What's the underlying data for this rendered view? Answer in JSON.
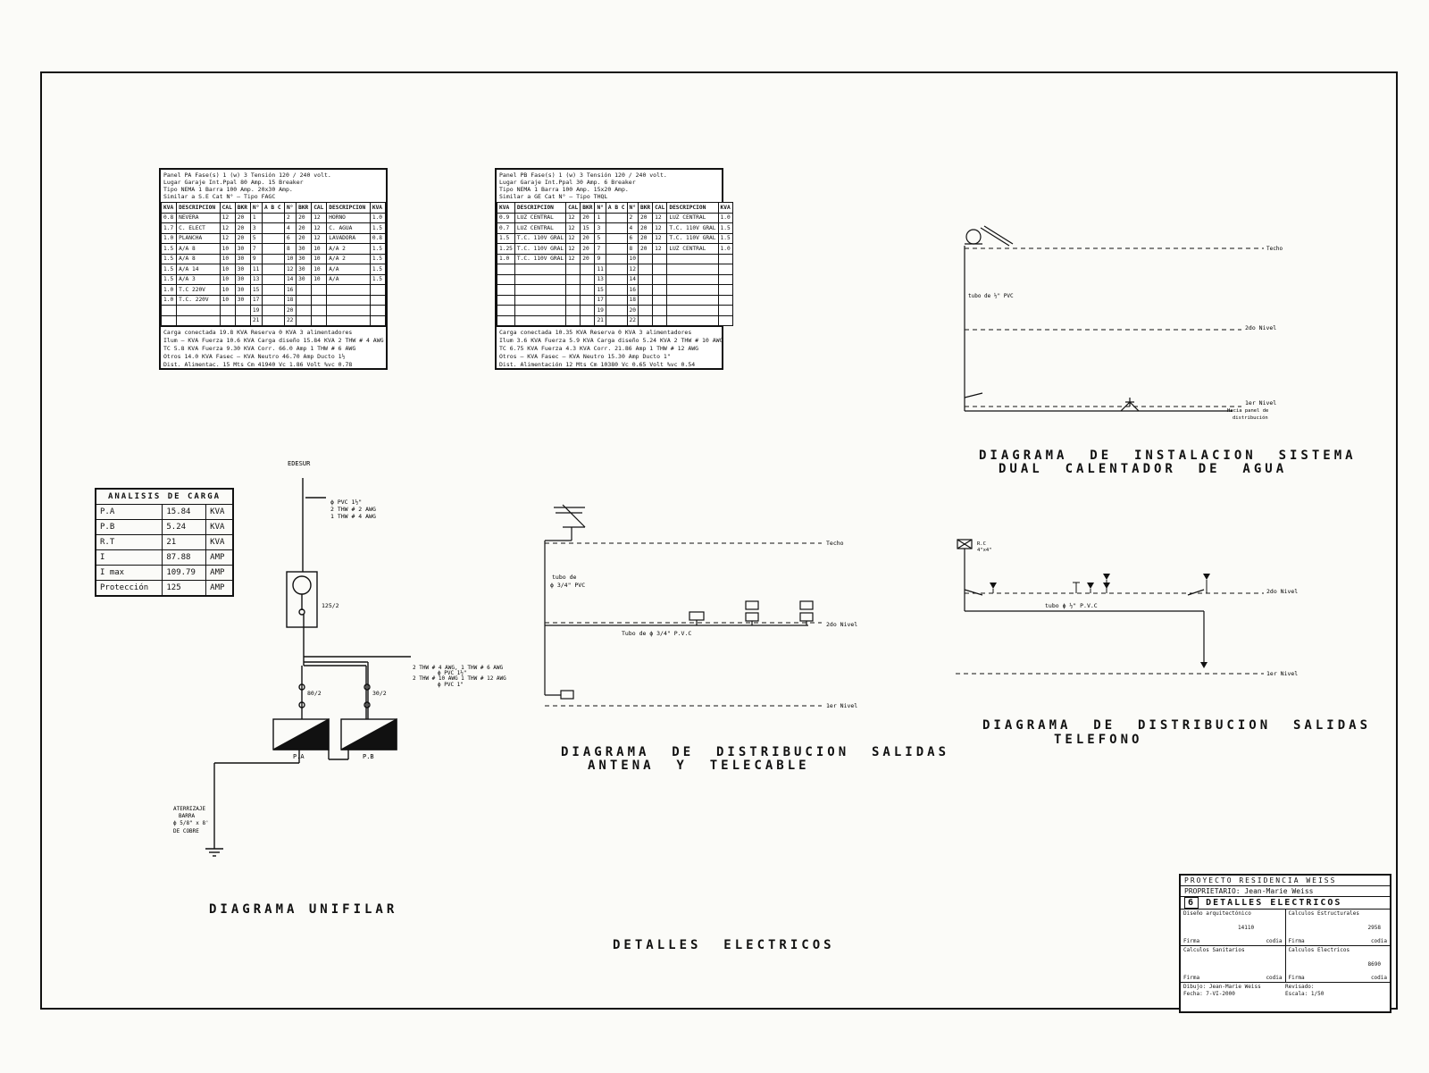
{
  "panel_pa": {
    "header": [
      "Panel  PA        Fase(s) 1 (w) 3    Tensión 120 / 240 volt.",
      "Lugar  Garaje    Int.Ppal  80 Amp.   15  Breaker",
      "Tipo  NEMA 1     Barra  100 Amp.   20x30 Amp.",
      "Similar a  S.E   Cat N°  —          Tipo  FAGC"
    ],
    "columns": [
      "KVA",
      "DESCRIPCION",
      "CAL",
      "BKR",
      "N°",
      "A B C",
      "N°",
      "BKR",
      "CAL",
      "DESCRIPCION",
      "KVA"
    ],
    "rows": [
      [
        "0.8",
        "NEVERA",
        "12",
        "20",
        "1",
        "",
        "2",
        "20",
        "12",
        "HORNO",
        "1.0"
      ],
      [
        "1.7",
        "C. ELECT",
        "12",
        "20",
        "3",
        "",
        "4",
        "20",
        "12",
        "C. AGUA",
        "1.5"
      ],
      [
        "1.0",
        "PLANCHA",
        "12",
        "20",
        "5",
        "",
        "6",
        "20",
        "12",
        "LAVADORA",
        "0.8"
      ],
      [
        "1.5",
        "A/A 8",
        "10",
        "30",
        "7",
        "",
        "8",
        "30",
        "10",
        "A/A 2",
        "1.5"
      ],
      [
        "1.5",
        "A/A 8",
        "10",
        "30",
        "9",
        "",
        "10",
        "30",
        "10",
        "A/A 2",
        "1.5"
      ],
      [
        "1.5",
        "A/A 14",
        "10",
        "30",
        "11",
        "",
        "12",
        "30",
        "10",
        "A/A",
        "1.5"
      ],
      [
        "1.5",
        "A/A 3",
        "10",
        "30",
        "13",
        "",
        "14",
        "30",
        "10",
        "A/A",
        "1.5"
      ],
      [
        "1.0",
        "T.C 220V",
        "10",
        "30",
        "15",
        "",
        "16",
        "",
        "",
        "",
        ""
      ],
      [
        "1.0",
        "T.C. 220V",
        "10",
        "30",
        "17",
        "",
        "18",
        "",
        "",
        "",
        ""
      ],
      [
        "",
        "",
        "",
        "",
        "19",
        "",
        "20",
        "",
        "",
        "",
        ""
      ],
      [
        "",
        "",
        "",
        "",
        "21",
        "",
        "22",
        "",
        "",
        "",
        ""
      ]
    ],
    "footer": [
      "Carga conectada 19.8 KVA  Reserva 0 KVA   3 alimentadores",
      "Ilum —  KVA  Fuerza 10.6 KVA  Carga diseño 15.84 KVA   2 THW # 4 AWG",
      "TC 5.8 KVA Fuerza 9.30 KVA  Corr. 66.0 Amp   1 THW # 6 AWG",
      "Otros 14.0 KVA  Fasec — KVA  Neutro 46.70 Amp  Ducto 1½",
      "Dist. Alimentac. 15  Mts Cm 41940  Vc 1.86  Volt  %vc 0.78"
    ]
  },
  "panel_pb": {
    "header": [
      "Panel  PB        Fase(s) 1 (w) 3    Tensión 120 / 240 volt.",
      "Lugar  Garaje    Int.Ppal  30 Amp.   6  Breaker",
      "Tipo  NEMA 1     Barra  100 Amp.   15x20 Amp.",
      "Similar a  GE    Cat N°  —          Tipo  THQL"
    ],
    "columns": [
      "KVA",
      "DESCRIPCION",
      "CAL",
      "BKR",
      "N°",
      "A B C",
      "N°",
      "BKR",
      "CAL",
      "DESCRIPCION",
      "KVA"
    ],
    "rows": [
      [
        "0.9",
        "LUZ CENTRAL",
        "12",
        "20",
        "1",
        "",
        "2",
        "20",
        "12",
        "LUZ CENTRAL",
        "1.0"
      ],
      [
        "0.7",
        "LUZ CENTRAL",
        "12",
        "15",
        "3",
        "",
        "4",
        "20",
        "12",
        "T.C. 110V GRAL",
        "1.5"
      ],
      [
        "1.5",
        "T.C. 110V GRAL",
        "12",
        "20",
        "5",
        "",
        "6",
        "20",
        "12",
        "T.C. 110V GRAL",
        "1.5"
      ],
      [
        "1.25",
        "T.C. 110V GRAL",
        "12",
        "20",
        "7",
        "",
        "8",
        "20",
        "12",
        "LUZ CENTRAL",
        "1.0"
      ],
      [
        "1.0",
        "T.C. 110V GRAL",
        "12",
        "20",
        "9",
        "",
        "10",
        "",
        "",
        "",
        ""
      ],
      [
        "",
        "",
        "",
        "",
        "11",
        "",
        "12",
        "",
        "",
        "",
        ""
      ],
      [
        "",
        "",
        "",
        "",
        "13",
        "",
        "14",
        "",
        "",
        "",
        ""
      ],
      [
        "",
        "",
        "",
        "",
        "15",
        "",
        "16",
        "",
        "",
        "",
        ""
      ],
      [
        "",
        "",
        "",
        "",
        "17",
        "",
        "18",
        "",
        "",
        "",
        ""
      ],
      [
        "",
        "",
        "",
        "",
        "19",
        "",
        "20",
        "",
        "",
        "",
        ""
      ],
      [
        "",
        "",
        "",
        "",
        "21",
        "",
        "22",
        "",
        "",
        "",
        ""
      ]
    ],
    "footer": [
      "Carga conectada 10.35 KVA  Reserva 0 KVA   3 alimentadores",
      "Ilum 3.6 KVA Fuerza 5.9 KVA  Carga diseño 5.24 KVA   2 THW # 10 AWG",
      "TC 6.75 KVA Fuerza 4.3 KVA  Corr. 21.86 Amp   1 THW # 12 AWG",
      "Otros — KVA  Fasec — KVA  Neutro 15.30 Amp  Ducto 1\"",
      "Dist. Alimentación 12  Mts Cm 10380  Vc 0.65  Volt  %vc 0.54"
    ]
  },
  "load_analysis": {
    "title": "ANALISIS DE CARGA",
    "rows": [
      [
        "P.A",
        "15.84",
        "KVA"
      ],
      [
        "P.B",
        "5.24",
        "KVA"
      ],
      [
        "R.T",
        "21",
        "KVA"
      ],
      [
        "I",
        "87.88",
        "AMP"
      ],
      [
        "I max",
        "109.79",
        "AMP"
      ],
      [
        "Protección",
        "125",
        "AMP"
      ]
    ]
  },
  "unifilar": {
    "title": "DIAGRAMA UNIFILAR",
    "source": "EDESUR",
    "feed_note": [
      "ϕ PVC 1½\"",
      "2 THW # 2 AWG",
      "1 THW # 4 AWG"
    ],
    "meter_breaker": "125/2",
    "branch_note": [
      "2 THW # 4 AWG, 1 THW # 6 AWG",
      "ϕ PVC 1½\"",
      "2 THW # 10 AWG 1 THW # 12 AWG",
      "ϕ PVC 1\""
    ],
    "breaker_pa": "80/2",
    "breaker_pb": "30/2",
    "panel_pa_label": "P.A",
    "panel_pb_label": "P.B",
    "ground_note": [
      "ATERRIZAJE",
      "BARRA",
      "ϕ 5/8\" x 8'",
      "DE COBRE"
    ]
  },
  "antena": {
    "title_1": "DIAGRAMA  DE  DISTRIBUCION  SALIDAS",
    "title_2": "ANTENA  Y  TELECABLE",
    "level_techo": "Techo",
    "level_2": "2do Nivel",
    "level_1": "1er Nivel",
    "pipe_vertical": [
      "tubo de",
      "ϕ 3/4\" PVC"
    ],
    "pipe_horizontal": "Tubo de ϕ 3/4\" P.V.C"
  },
  "calentador": {
    "title_1": "DIAGRAMA  DE  INSTALACION  SISTEMA",
    "title_2": "DUAL  CALENTADOR  DE  AGUA",
    "level_techo": "Techo",
    "level_2": "2do Nivel",
    "level_1": "1er Nivel",
    "pipe": "tubo de ½\" PVC",
    "panel_note": [
      "Hacia panel de",
      "distribución"
    ]
  },
  "telefono": {
    "title_1": "DIAGRAMA  DE  DISTRIBUCION  SALIDAS",
    "title_2": "TELEFONO",
    "box_note": [
      "R.C",
      "4\"x4\""
    ],
    "level_2": "2do Nivel",
    "level_1": "1er Nivel",
    "pipe": "tubo ϕ ½\" P.V.C"
  },
  "sheet_title": "DETALLES  ELECTRICOS",
  "title_block": {
    "project": "PROYECTO  RESIDENCIA   WEISS",
    "owner": "PROPRIETARIO:  Jean-Marie Weiss",
    "sheet_number": "6",
    "sheet_name": "DETALLES  ELECTRICOS",
    "cell_arch": "Diseño arquitectónico",
    "cell_struct": "Calculos Estructurales",
    "cell_sanit": "Calculos Sanitarios",
    "cell_elec": "Calculos Electricos",
    "firma": "Firma",
    "codia": "codia",
    "arch_codia": "14110",
    "struct_codia": "2958",
    "elec_codia": "8690",
    "dibujo_label": "Dibujo",
    "dibujo_value": "Jean-Marie Weiss",
    "fecha_label": "Fecha",
    "fecha_value": "7-VI-2000",
    "revisado_label": "Revisado",
    "escala_label": "Escala",
    "escala_value": "1/50"
  }
}
